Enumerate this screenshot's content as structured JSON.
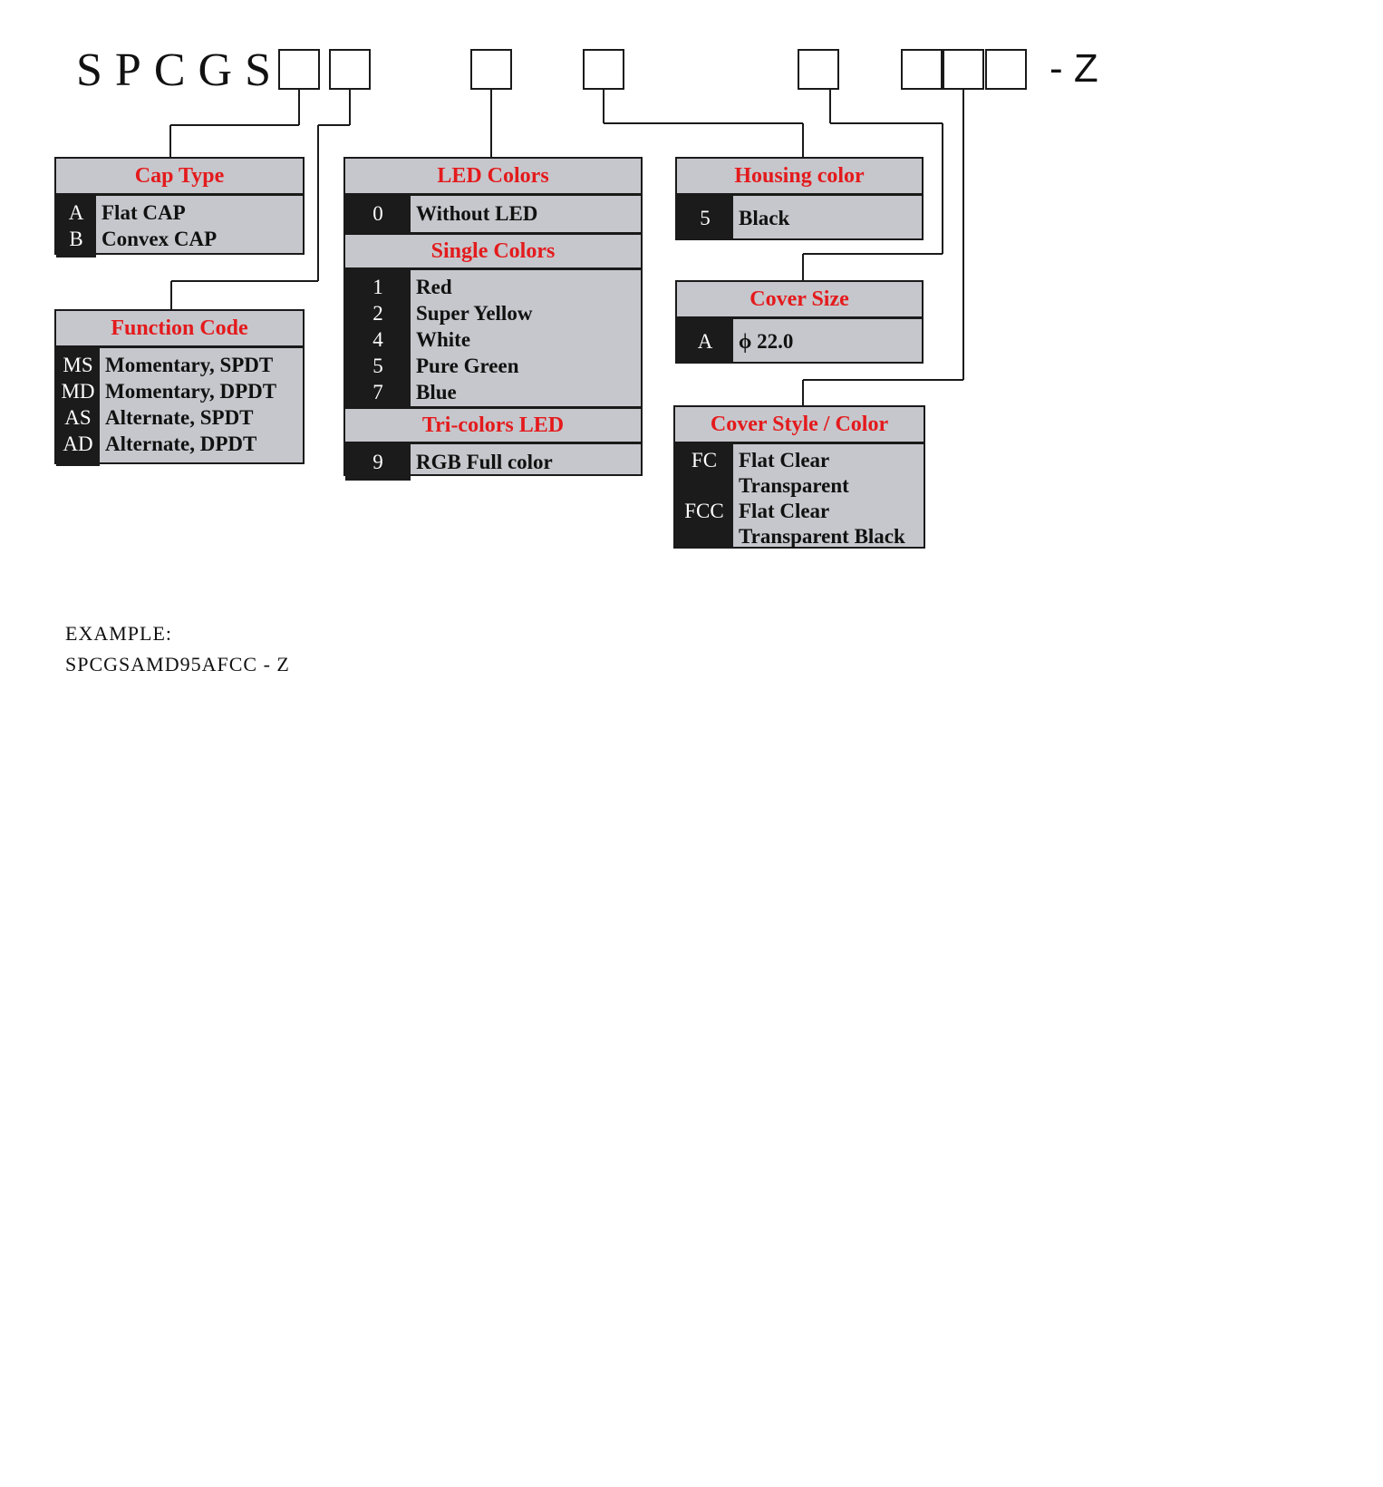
{
  "part_number": {
    "prefix": "SPCGS",
    "suffix": "- Z"
  },
  "cap_type": {
    "title": "Cap Type",
    "options": [
      {
        "code": "A",
        "label": "Flat CAP"
      },
      {
        "code": "B",
        "label": "Convex CAP"
      }
    ]
  },
  "function_code": {
    "title": "Function Code",
    "options": [
      {
        "code": "MS",
        "label": "Momentary, SPDT"
      },
      {
        "code": "MD",
        "label": "Momentary, DPDT"
      },
      {
        "code": "AS",
        "label": "Alternate, SPDT"
      },
      {
        "code": "AD",
        "label": "Alternate, DPDT"
      }
    ]
  },
  "led_colors": {
    "title": "LED Colors",
    "without": {
      "code": "0",
      "label": "Without LED"
    },
    "single_title": "Single Colors",
    "single": [
      {
        "code": "1",
        "label": "Red"
      },
      {
        "code": "2",
        "label": "Super Yellow"
      },
      {
        "code": "4",
        "label": "White"
      },
      {
        "code": "5",
        "label": "Pure Green"
      },
      {
        "code": "7",
        "label": "Blue"
      }
    ],
    "tri_title": "Tri-colors LED",
    "tri": {
      "code": "9",
      "label": "RGB Full color"
    }
  },
  "housing_color": {
    "title": "Housing color",
    "options": [
      {
        "code": "5",
        "label": "Black"
      }
    ]
  },
  "cover_size": {
    "title": "Cover Size",
    "options": [
      {
        "code": "A",
        "label": "ϕ 22.0"
      }
    ]
  },
  "cover_style": {
    "title": "Cover Style / Color",
    "options": [
      {
        "code": "FC",
        "label1": "Flat Clear",
        "label2": "Transparent"
      },
      {
        "code": "FCC",
        "label1": "Flat Clear",
        "label2": "Transparent Black"
      }
    ]
  },
  "example": {
    "label": "EXAMPLE:",
    "value": "SPCGSAMD95AFCC - Z"
  }
}
